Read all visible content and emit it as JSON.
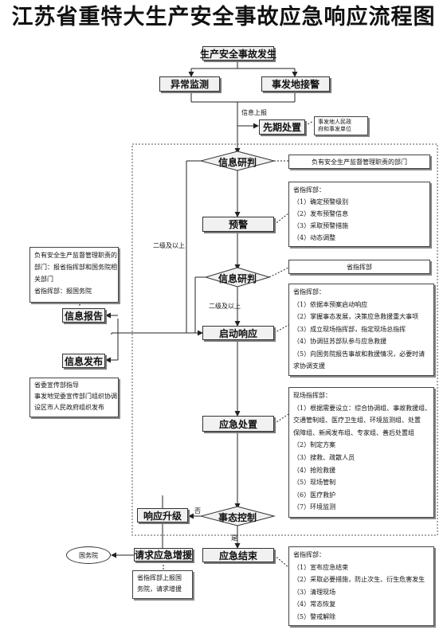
{
  "title": "江苏省重特大生产安全事故应急响应流程图",
  "nodes": {
    "accident": "生产安全事故发生",
    "abnormal_monitor": "异常监测",
    "report_receive": "事发地接警",
    "early_handling": "先期处置",
    "info_study_1": "信息研判",
    "early_warning": "预警",
    "info_study_2": "信息研判",
    "start_response": "启动响应",
    "emergency_handling": "应急处置",
    "situation_control": "事态控制",
    "response_upgrade": "响应升级",
    "request_support": "请求应急增援",
    "response_end": "应急结束",
    "info_report": "信息报告",
    "info_release": "信息发布",
    "state_council": "国务院"
  },
  "labels": {
    "info_upload": "信息上报",
    "level2_above_1": "二级及以上",
    "level2_above_2": "二级及以上",
    "no": "否",
    "yes": "是"
  },
  "notes": {
    "local_gov": [
      "事发地人民政",
      "府和事发单位"
    ],
    "info_study_1": [
      "负有安全生产监督管理职责的部门"
    ],
    "warning": [
      "省指挥部：",
      "（1）确定预警级别",
      "（2）发布预警信息",
      "（3）采取预警措施",
      "（4）动态调整"
    ],
    "info_study_2": [
      "省指挥部"
    ],
    "start_response": [
      "省指挥部：",
      "（1）依据本预案启动响应",
      "（2）掌握事态发展，决策应急救援重大事项",
      "（3）成立现场指挥部，指定现场总指挥",
      "（4）协调驻苏部队参与应急救援",
      "（5）向国务院报告事故和救援情况，必要时请",
      "求协调支援"
    ],
    "emergency_handling": [
      "现场指挥部：",
      "（1）根据需要设立：综合协调组、事故救援组、",
      "交通管制组、医疗卫生组、环境监测组、处置",
      "保障组、新闻发布组、专家组、善后处置组",
      "（2）制定方案",
      "（3）搜救、疏散人员",
      "（4）抢险救援",
      "（5）现场管制",
      "（6）医疗救护",
      "（7）环境监测"
    ],
    "info_report": [
      "负有安全生产监督管理职责的",
      "部门：报省指挥部和国务院相",
      "关部门",
      "省指挥部：报国务院"
    ],
    "info_release": [
      "省委宣传部指导",
      "事发地党委宣传部门组织协调",
      "设区市人民政府组织发布"
    ],
    "request_support": [
      "省指挥部上报国",
      "务院，请求增援"
    ],
    "response_end": [
      "省指挥部：",
      "（1）宣布应急结束",
      "（2）采取必要措施，防止次生、衍生危害发生",
      "（3）清理现场",
      "（4）常态恢复",
      "（5）警戒解除"
    ]
  }
}
